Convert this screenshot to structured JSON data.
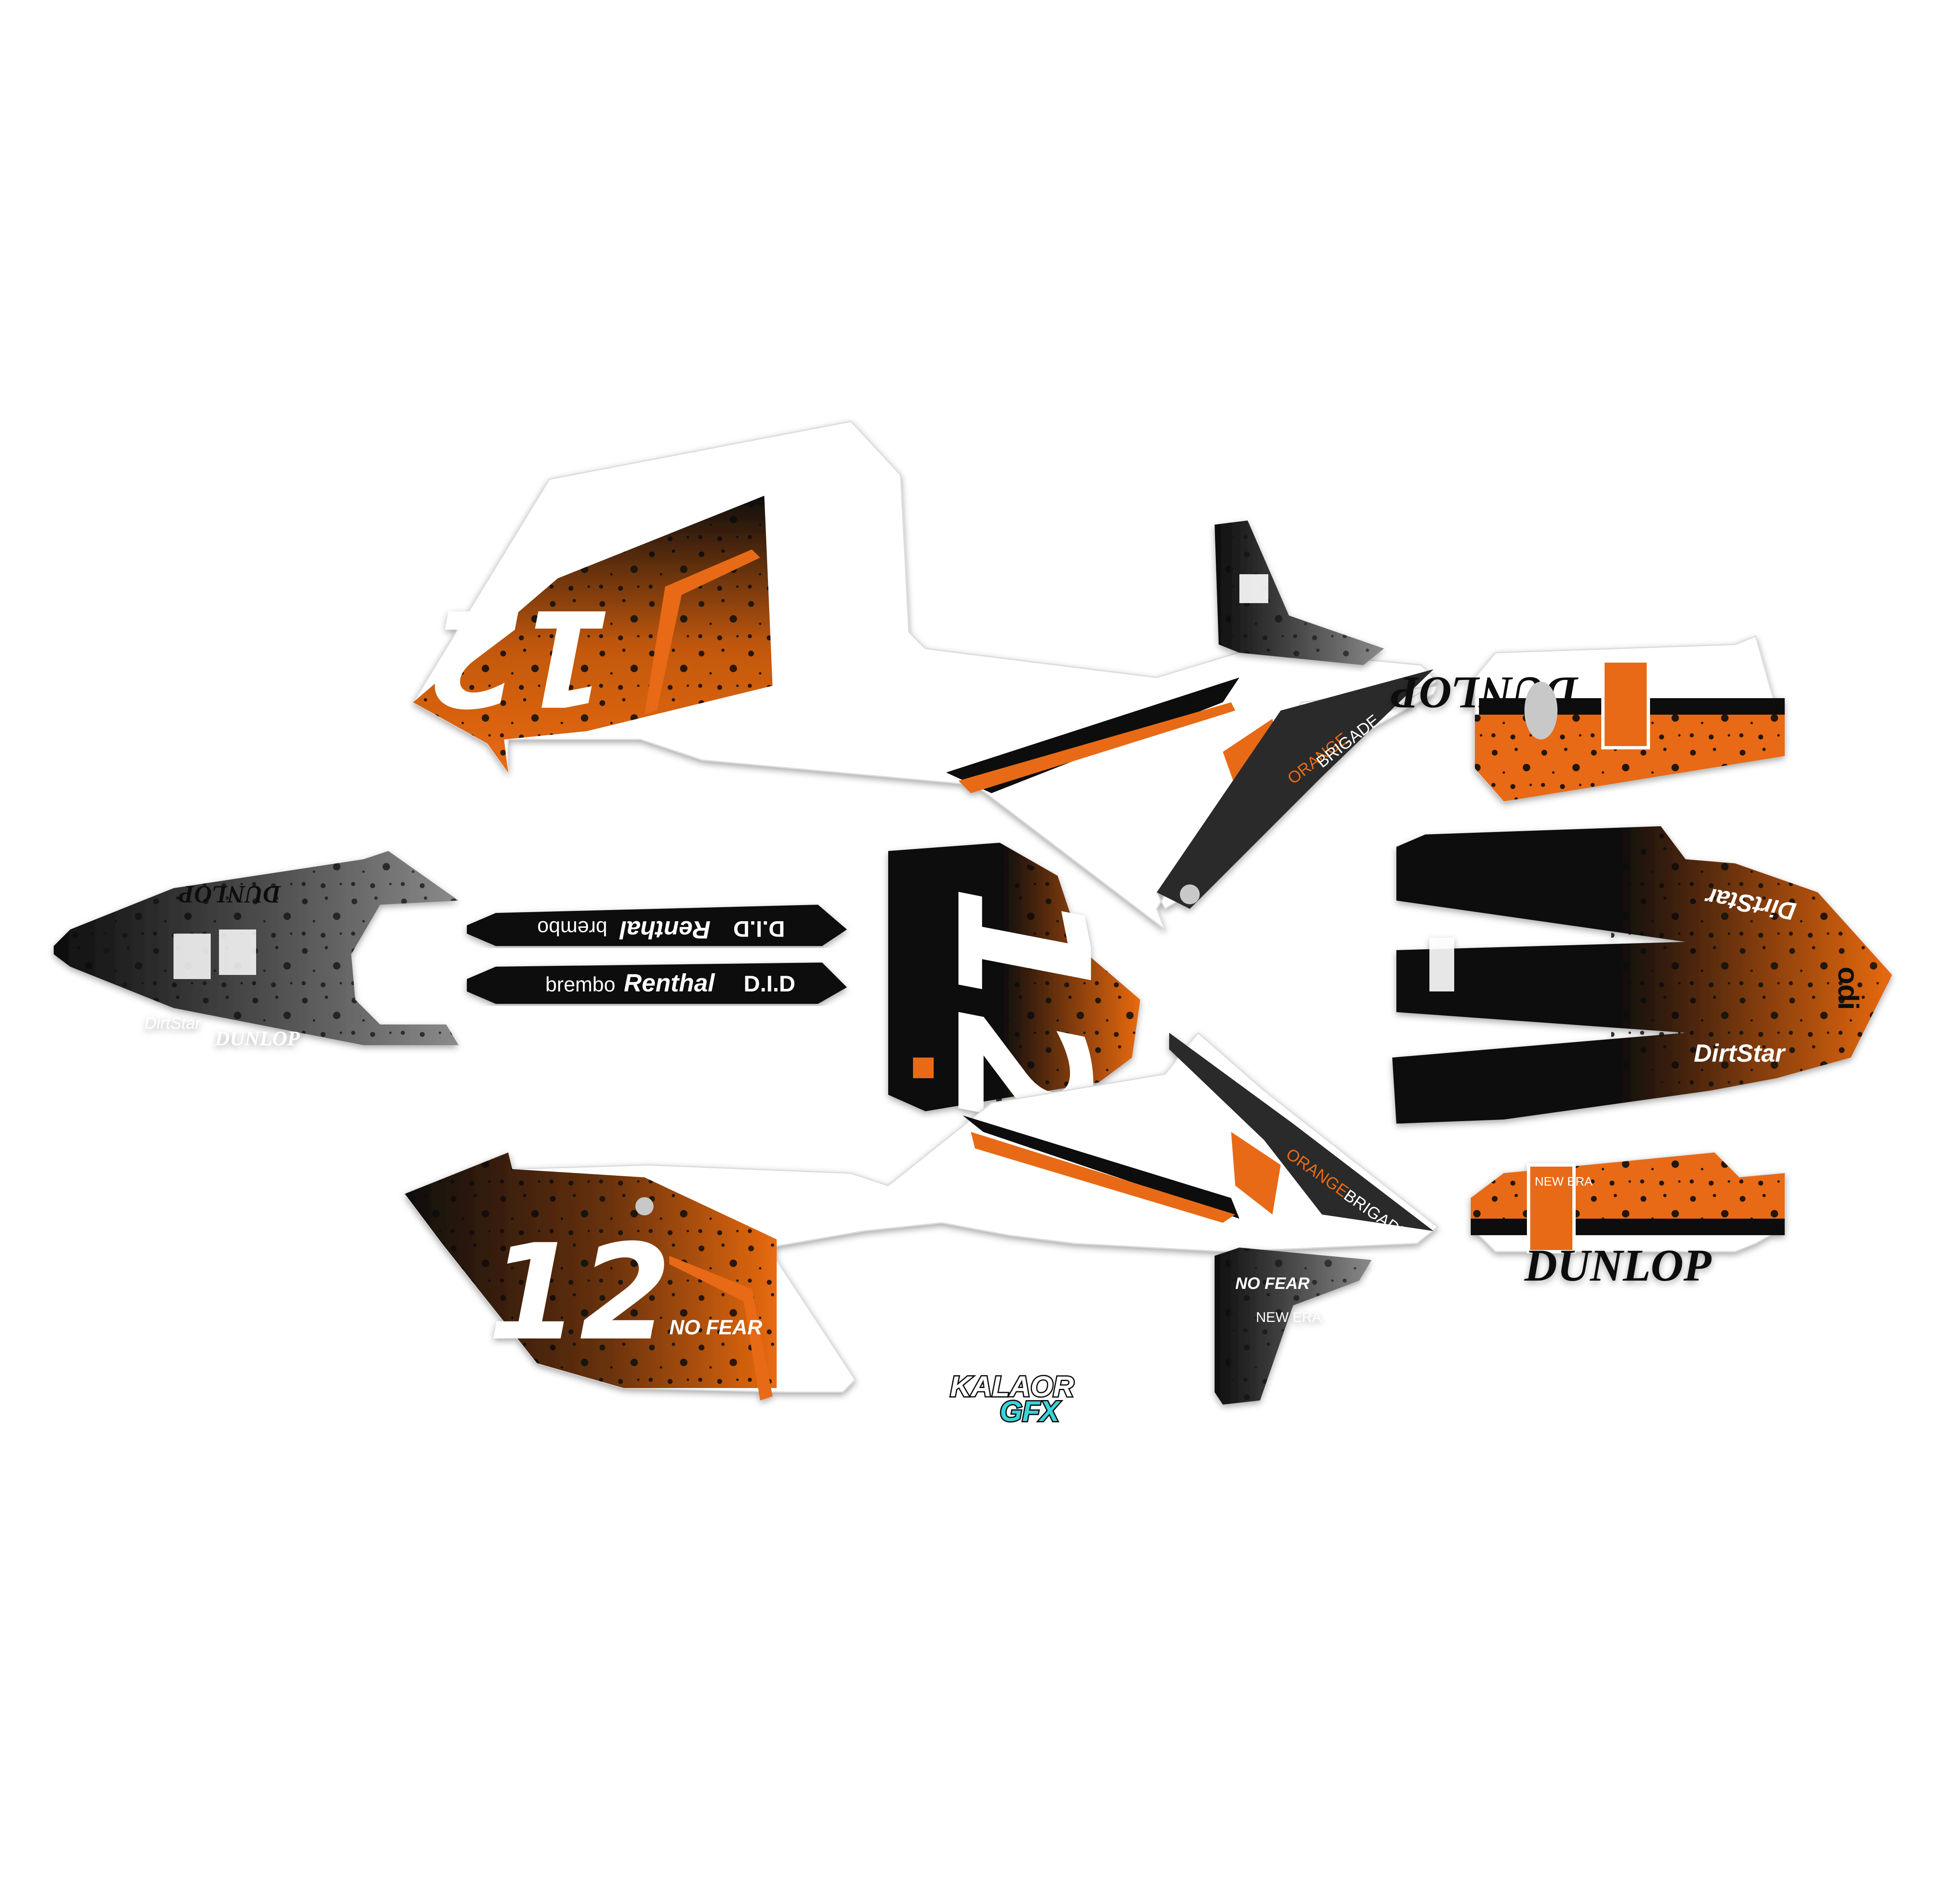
{
  "colors": {
    "orange": "#e86a12",
    "dark_orange": "#b8500e",
    "black": "#0d0d0d",
    "grey": "#6f6f6f",
    "light_grey": "#c8c8c8",
    "white": "#ffffff",
    "cyan": "#39d3d9"
  },
  "race_number": "12",
  "brands": {
    "dunlop": "DUNLOP",
    "brembo": "brembo",
    "renthal": "Renthal",
    "did": "D.I.D",
    "dirtstar": "DirtStar",
    "new_era": "NEW ERA",
    "no_fear": "NO FEAR",
    "odi": "odi",
    "orange_brigade_1": "ORANGE",
    "orange_brigade_2": "BRIGADE"
  },
  "logo": {
    "line1": "KALAOR",
    "line2": "GFX"
  }
}
